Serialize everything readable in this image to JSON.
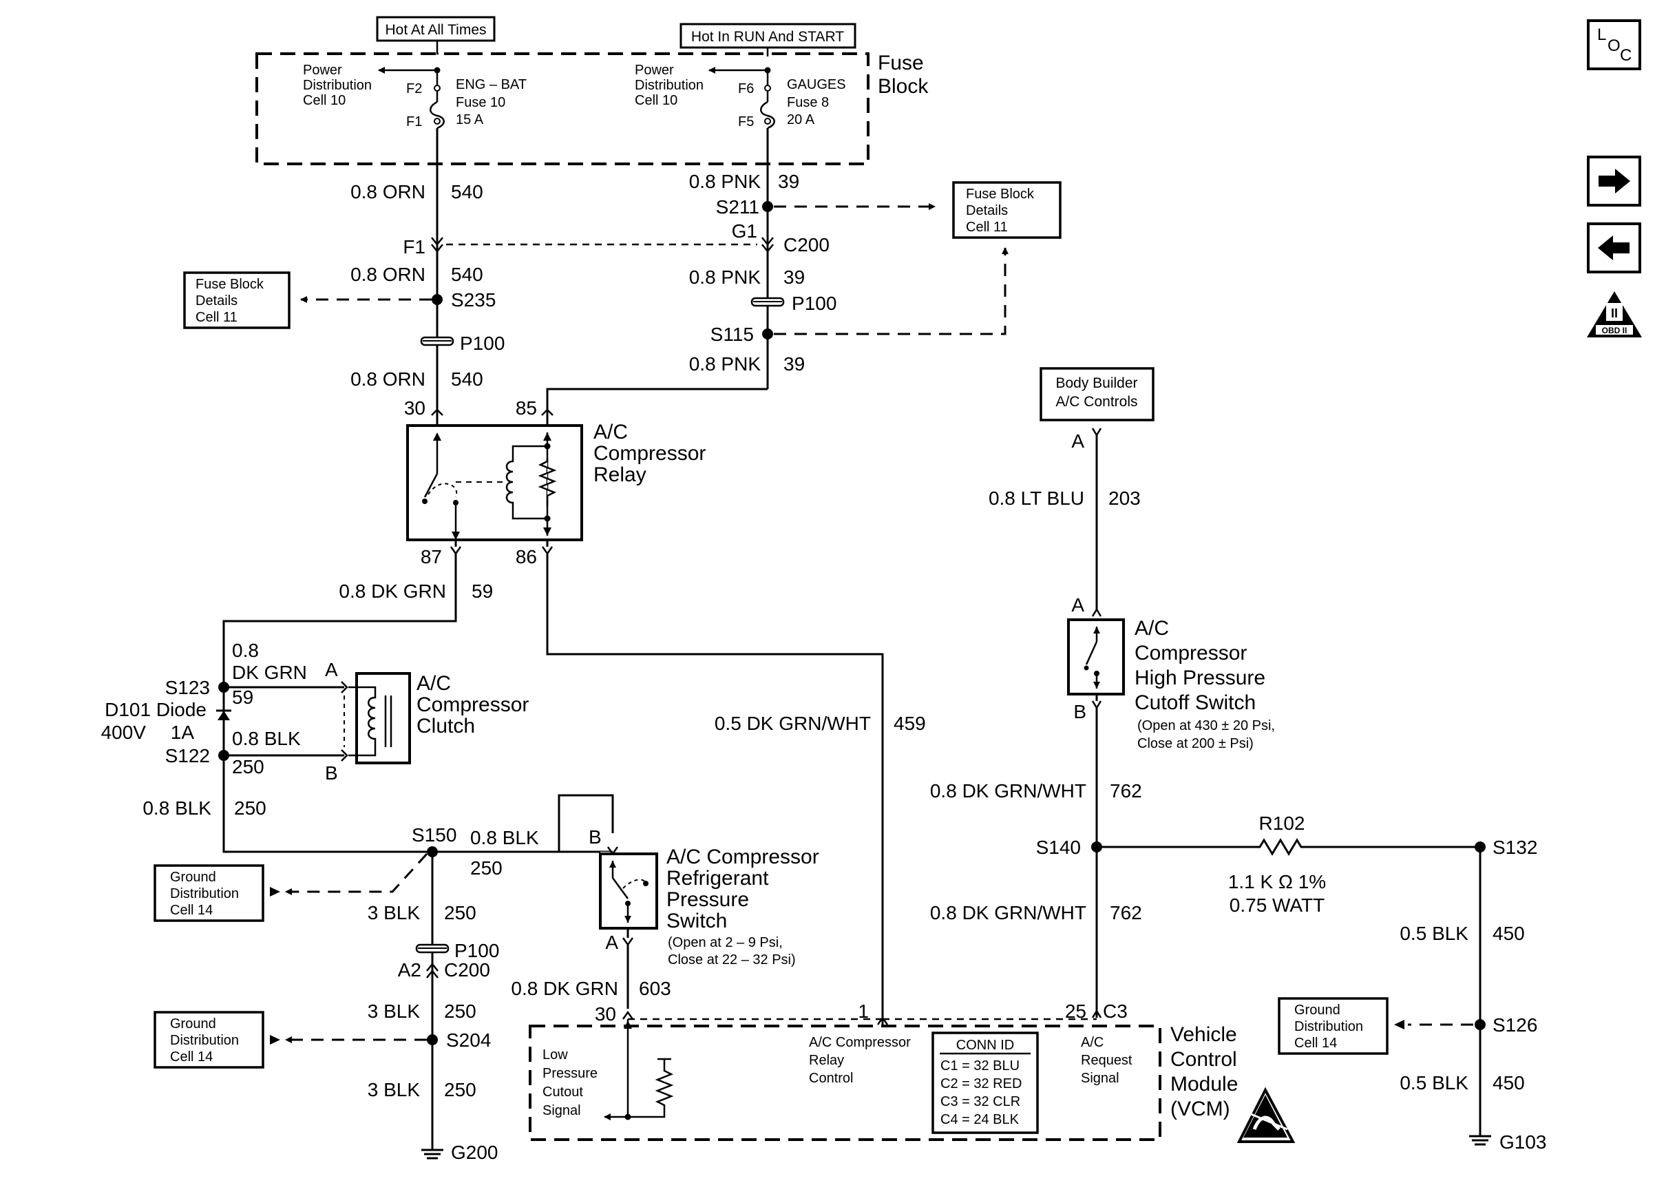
{
  "colors": {
    "ink": "#000000",
    "background": "#ffffff"
  },
  "top_labels": {
    "hot_always": "Hot At All Times",
    "hot_run": "Hot In RUN And START"
  },
  "fuse_block": {
    "title_line1": "Fuse",
    "title_line2": "Block",
    "left": {
      "pd_line1": "Power",
      "pd_line2": "Distribution",
      "pd_line3": "Cell 10",
      "top_pin": "F2",
      "bottom_pin": "F1",
      "name": "ENG – BAT",
      "fuse": "Fuse 10",
      "rating": "15 A"
    },
    "right": {
      "pd_line1": "Power",
      "pd_line2": "Distribution",
      "pd_line3": "Cell 10",
      "top_pin": "F6",
      "bottom_pin": "F5",
      "name": "GAUGES",
      "fuse": "Fuse 8",
      "rating": "20 A"
    }
  },
  "fuse_block_details": {
    "line1": "Fuse Block",
    "line2": "Details",
    "line3": "Cell 11"
  },
  "ground_distribution": {
    "line1": "Ground",
    "line2": "Distribution",
    "line3": "Cell 14"
  },
  "body_builder": {
    "line1": "Body Builder",
    "line2": "A/C Controls"
  },
  "wires": {
    "orn_size": "0.8 ORN",
    "orn_circuit": "540",
    "pnk_size": "0.8 PNK",
    "pnk_circuit": "39",
    "dkgrn_size": "0.8 DK GRN",
    "dkgrn_circuit": "59",
    "clutch_size_1": "0.8",
    "clutch_size_2": "DK GRN",
    "clutch_circuit": "59",
    "blk_size": "0.8 BLK",
    "blk_circuit": "250",
    "blk3_size": "3 BLK",
    "blk3_circuit": "250",
    "relay_ctrl_size": "0.5 DK GRN/WHT",
    "relay_ctrl_circuit": "459",
    "ltblu_size": "0.8 LT BLU",
    "ltblu_circuit": "203",
    "dkgrnwht_size": "0.8 DK GRN/WHT",
    "dkgrnwht_circuit": "762",
    "blk05_size": "0.5 BLK",
    "blk05_circuit": "450",
    "switch_size": "0.8 DK GRN",
    "switch_circuit": "603"
  },
  "connectors": {
    "s211": "S211",
    "g1": "G1",
    "c200": "C200",
    "f1": "F1",
    "s235": "S235",
    "p100": "P100",
    "s115": "S115",
    "s123": "S123",
    "s122": "S122",
    "s150": "S150",
    "a2": "A2",
    "s204": "S204",
    "g200": "G200",
    "s140": "S140",
    "s132": "S132",
    "s126": "S126",
    "g103": "G103",
    "pin_a": "A",
    "pin_b": "B",
    "relay_30": "30",
    "relay_85": "85",
    "relay_87": "87",
    "relay_86": "86",
    "vcm_30": "30",
    "vcm_1": "1",
    "vcm_25": "25",
    "vcm_c3": "C3"
  },
  "relay": {
    "line1": "A/C",
    "line2": "Compressor",
    "line3": "Relay"
  },
  "clutch": {
    "line1": "A/C",
    "line2": "Compressor",
    "line3": "Clutch"
  },
  "diode": {
    "name": "D101 Diode",
    "voltage": "400V",
    "current": "1A"
  },
  "refrigerant_switch": {
    "line1": "A/C Compressor",
    "line2": "Refrigerant",
    "line3": "Pressure",
    "line4": "Switch",
    "note1": "(Open at 2 – 9 Psi,",
    "note2": "Close at 22 – 32 Psi)"
  },
  "hp_switch": {
    "line1": "A/C",
    "line2": "Compressor",
    "line3": "High Pressure",
    "line4": "Cutoff Switch",
    "note1": "(Open at 430 ± 20 Psi,",
    "note2": "Close at 200 ± Psi)"
  },
  "resistor": {
    "name": "R102",
    "value": "1.1 K  Ω 1%",
    "power": "0.75 WATT"
  },
  "vcm": {
    "line1": "Vehicle",
    "line2": "Control",
    "line3": "Module",
    "line4": "(VCM)",
    "low1": "Low",
    "low2": "Pressure",
    "low3": "Cutout",
    "low4": "Signal",
    "relay1": "A/C Compressor",
    "relay2": "Relay",
    "relay3": "Control",
    "req1": "A/C",
    "req2": "Request",
    "req3": "Signal",
    "conn_title": "CONN ID",
    "c1": "C1 = 32 BLU",
    "c2": "C2 = 32 RED",
    "c3": "C3 = 32 CLR",
    "c4": "C4 = 24 BLK"
  },
  "side_panel": {
    "loc_l": "L",
    "loc_o": "O",
    "loc_c": "C",
    "obd_numeral": "II",
    "obd_label": "OBD II"
  },
  "icons": {
    "next": "arrow-right-icon",
    "prev": "arrow-left-icon",
    "esd": "esd-warning-icon",
    "obd": "obd-ii-icon",
    "loc": "location-icon"
  }
}
